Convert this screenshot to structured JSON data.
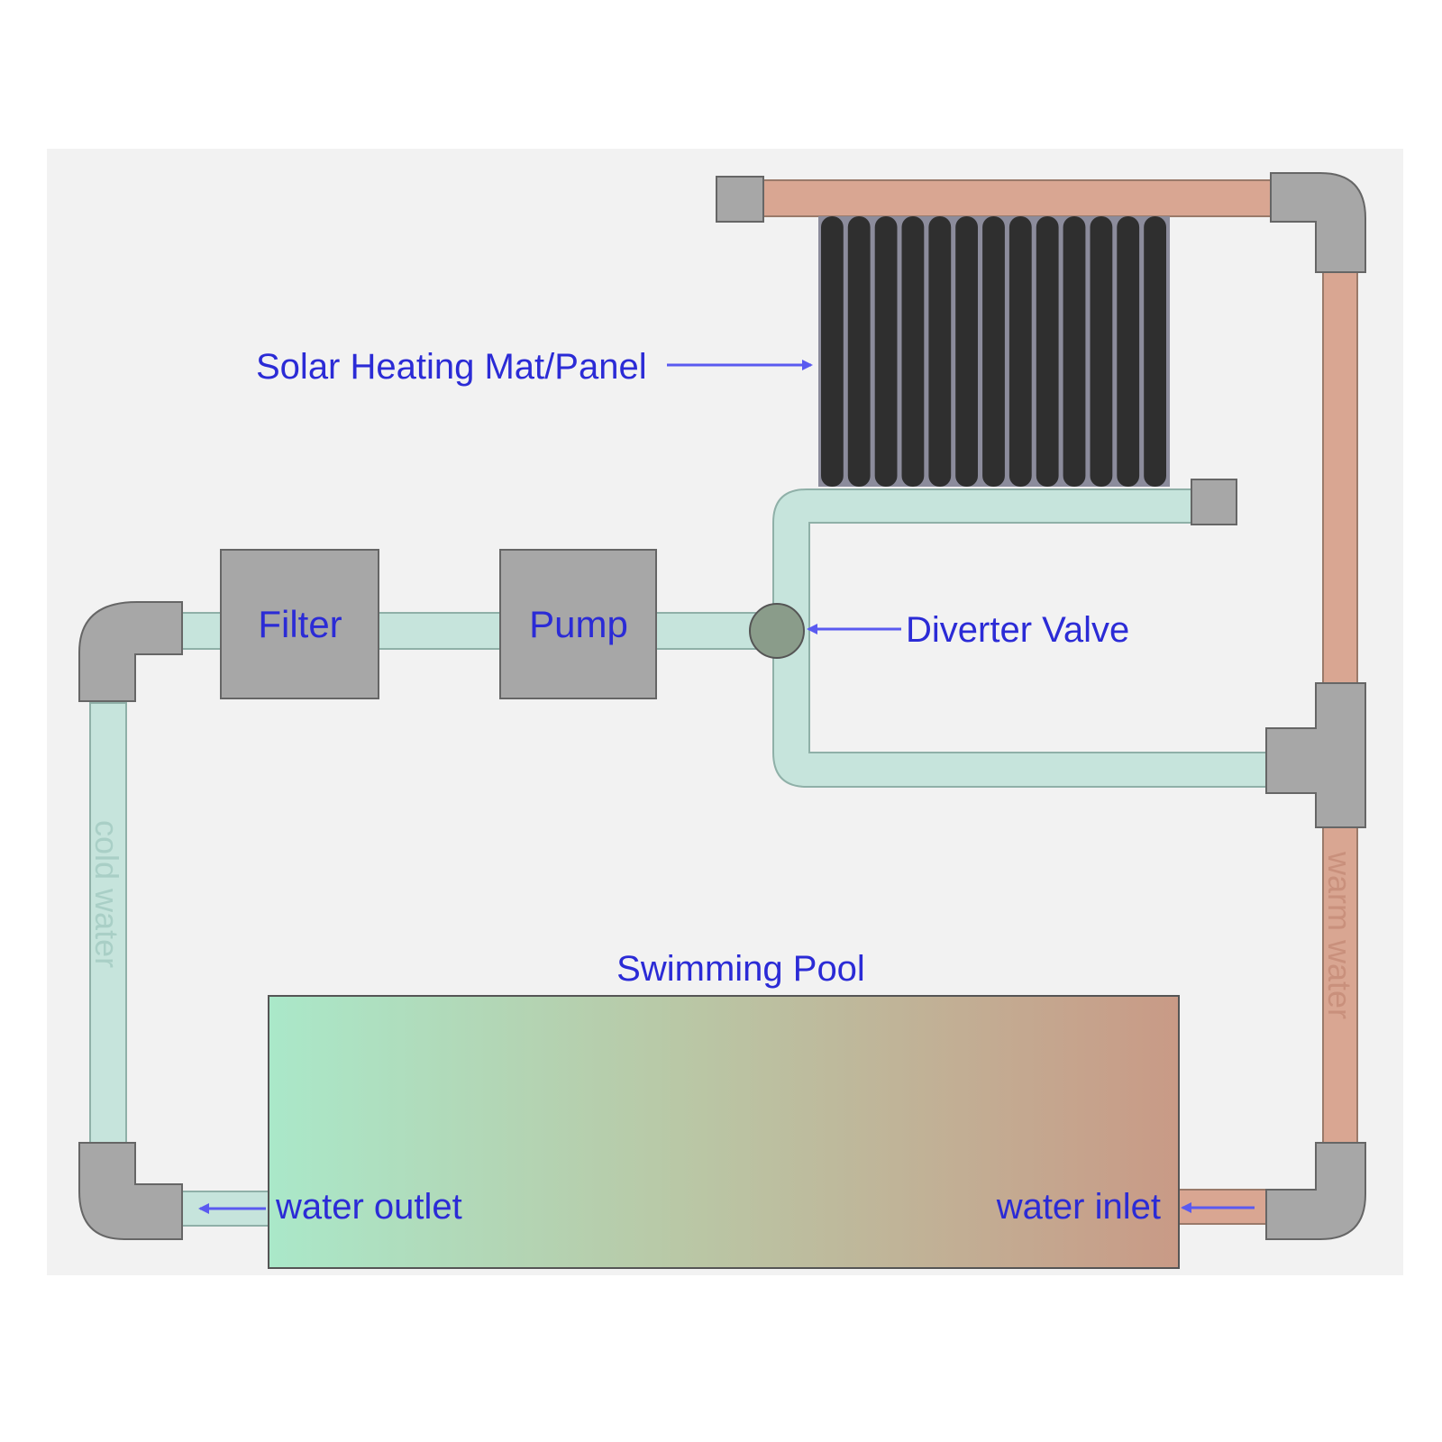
{
  "labels": {
    "solar_panel": "Solar Heating Mat/Panel",
    "filter": "Filter",
    "pump": "Pump",
    "diverter_valve": "Diverter Valve",
    "swimming_pool": "Swimming Pool",
    "water_outlet": "water outlet",
    "water_inlet": "water inlet",
    "cold_water": "cold water",
    "warm_water": "warm water"
  },
  "colors": {
    "background_panel": "#f2f2f2",
    "cold_pipe": "#c6e4dc",
    "warm_pipe": "#d9a692",
    "fitting": "#a7a7a7",
    "valve": "#8a9c8a",
    "label_text": "#2b2bd6",
    "arrow": "#5a5af0",
    "panel_tube": "#2f2f2f",
    "pool_left": "#a9e6c8",
    "pool_right": "#c89a86"
  }
}
